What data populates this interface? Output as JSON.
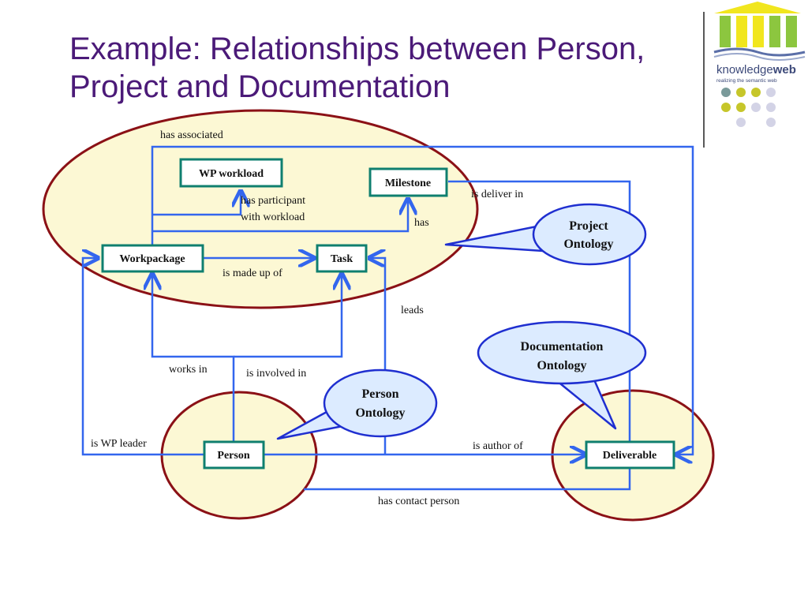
{
  "title": {
    "line1": "Example: Relationships between Person,",
    "line2": "Project and Documentation"
  },
  "logo": {
    "name_light": "knowledge",
    "name_bold": "web",
    "tagline": "realizing the semantic web",
    "colors": {
      "building_green": "#8cc63f",
      "building_yellow": "#f1e61e",
      "dot_teal": "#7a9a9a",
      "dot_olive": "#c6c62a",
      "dot_lavender": "#d3d3e6"
    }
  },
  "colors": {
    "line": "#3366ee",
    "box_border": "#0f7f6f",
    "box_fill": "#ffffff",
    "ellipse_border": "#8b1116",
    "ellipse_fill": "#fcf8d4",
    "callout_border": "#1f2fd0",
    "callout_fill": "#dcebff",
    "title": "#4b1a78"
  },
  "nodes": {
    "wp_workload": "WP workload",
    "milestone": "Milestone",
    "workpackage": "Workpackage",
    "task": "Task",
    "person": "Person",
    "deliverable": "Deliverable"
  },
  "edge_labels": {
    "has_associated": "has associated",
    "has_participant": "has participant",
    "with_workload": "with workload",
    "has": "has",
    "is_deliver_in": "is deliver in",
    "is_made_up_of": "is made up of",
    "leads": "leads",
    "works_in": "works in",
    "is_involved_in": "is involved in",
    "is_wp_leader": "is WP leader",
    "is_author_of": "is author of",
    "has_contact_person": "has contact person"
  },
  "callouts": {
    "project": [
      "Project",
      "Ontology"
    ],
    "documentation": [
      "Documentation",
      "Ontology"
    ],
    "person": [
      "Person",
      "Ontology"
    ]
  }
}
